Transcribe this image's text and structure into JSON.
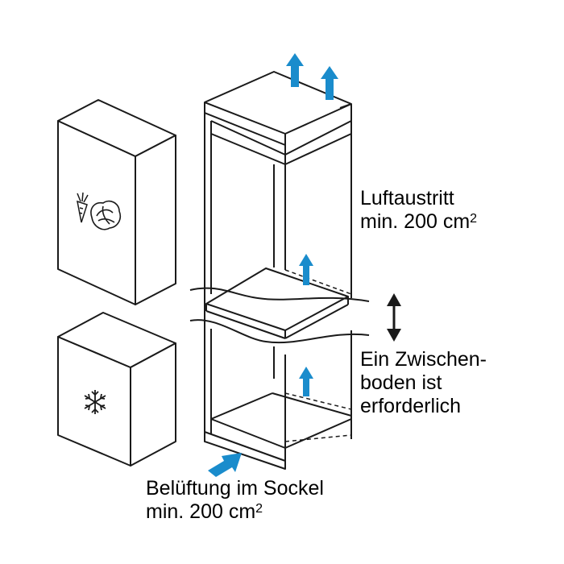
{
  "labels": {
    "air_outlet": {
      "line1": "Luftaustritt",
      "line2": "min. 200 cm",
      "sup": "2"
    },
    "shelf": {
      "line1": "Ein Zwischen-",
      "line2": "boden ist",
      "line3": "erforderlich"
    },
    "base_vent": {
      "line1": "Belüftung im Sockel",
      "line2": "min. 200 cm",
      "sup": "2"
    }
  },
  "icons": {
    "upper_door": [
      "carrot-icon",
      "cabbage-icon"
    ],
    "lower_door": [
      "snowflake-icon"
    ],
    "arrows": [
      "air-up-arrow-icon",
      "air-in-arrow-icon",
      "double-arrow-icon"
    ]
  },
  "colors": {
    "line": "#1a1a1a",
    "arrow_blue": "#1a8ccc",
    "background": "#ffffff"
  }
}
